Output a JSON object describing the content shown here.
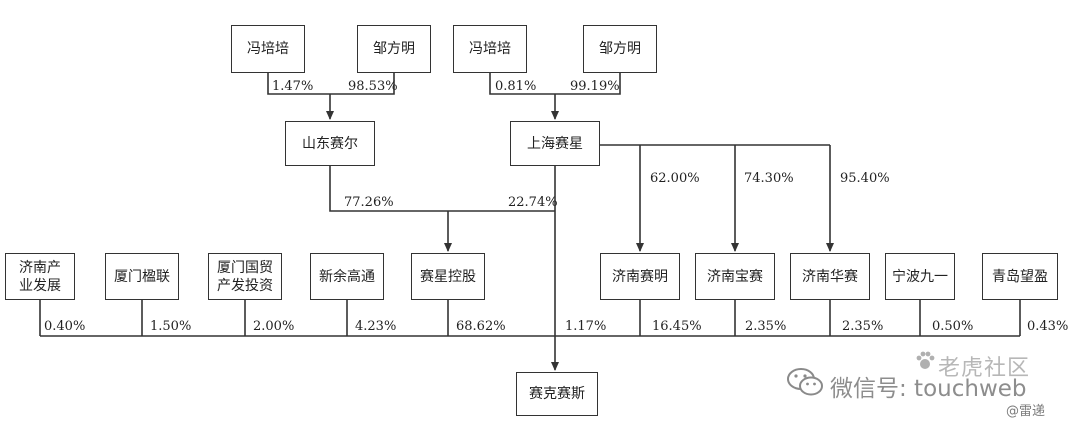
{
  "nodes": {
    "feng1": "冯培培",
    "zou1": "邹方明",
    "feng2": "冯培培",
    "zou2": "邹方明",
    "shandong": "山东赛尔",
    "shanghai": "上海赛星",
    "jinan_industry": [
      "济南产",
      "业发展"
    ],
    "xiamen_yilian": "厦门楹联",
    "xiamen_guomao": [
      "厦门国贸",
      "产发投资"
    ],
    "xinyu": "新余高通",
    "saixing_holding": "赛星控股",
    "jinan_saiming": "济南赛明",
    "jinan_baosai": "济南宝赛",
    "jinan_huasai": "济南华赛",
    "ningbo": "宁波九一",
    "qingdao": "青岛望盈",
    "target": "赛克赛斯"
  },
  "percentages": {
    "feng1_to_shandong": "1.47%",
    "zou1_to_shandong": "98.53%",
    "feng2_to_shanghai": "0.81%",
    "zou2_to_shanghai": "99.19%",
    "shandong_to_holding": "77.26%",
    "shanghai_to_holding": "22.74%",
    "shanghai_to_saiming": "62.00%",
    "shanghai_to_baosai": "74.30%",
    "shanghai_to_huasai": "95.40%",
    "jinan_industry": "0.40%",
    "xiamen_yilian": "1.50%",
    "xiamen_guomao": "2.00%",
    "xinyu": "4.23%",
    "saixing_holding": "68.62%",
    "shanghai_direct": "1.17%",
    "jinan_saiming": "16.45%",
    "jinan_baosai": "2.35%",
    "jinan_huasai": "2.35%",
    "ningbo": "0.50%",
    "qingdao": "0.43%"
  },
  "watermark": {
    "main": "微信号: touchweb",
    "logo": "老虎社区",
    "sub": "@雷递"
  },
  "colors": {
    "line": "#333333",
    "text": "#222222",
    "watermark": "#7a7a7a"
  }
}
